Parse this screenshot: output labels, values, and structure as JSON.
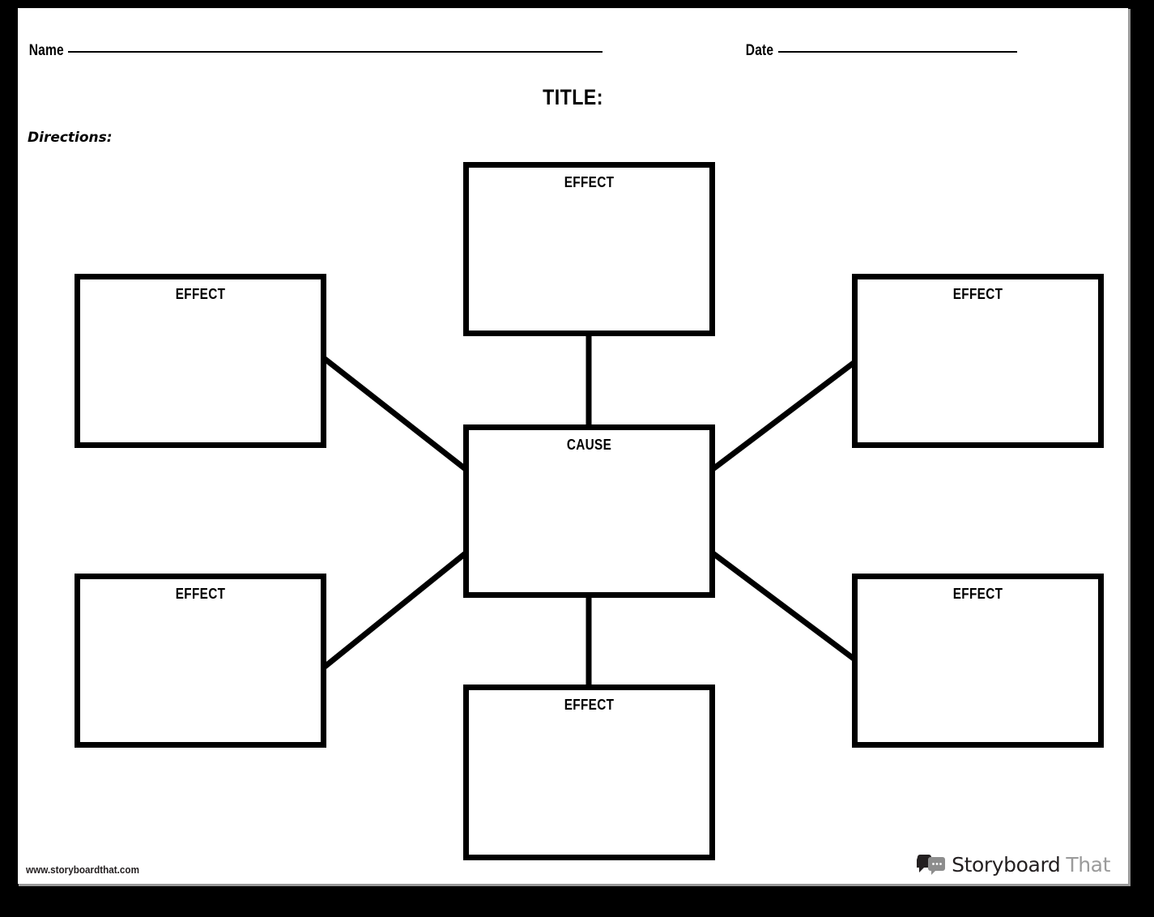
{
  "page": {
    "background_color": "#ffffff",
    "frame_color": "#000000"
  },
  "header": {
    "name_label": "Name",
    "date_label": "Date"
  },
  "title": {
    "text": "TITLE:"
  },
  "directions": {
    "label": "Directions:"
  },
  "diagram": {
    "type": "cause-and-effect-web",
    "center": {
      "id": "cause",
      "label": "CAUSE"
    },
    "effects": [
      {
        "id": "effect-top",
        "label": "EFFECT",
        "position": "top"
      },
      {
        "id": "effect-left-top",
        "label": "EFFECT",
        "position": "left-top"
      },
      {
        "id": "effect-right-top",
        "label": "EFFECT",
        "position": "right-top"
      },
      {
        "id": "effect-left-bottom",
        "label": "EFFECT",
        "position": "left-bottom"
      },
      {
        "id": "effect-right-bottom",
        "label": "EFFECT",
        "position": "right-bottom"
      },
      {
        "id": "effect-bottom",
        "label": "EFFECT",
        "position": "bottom"
      }
    ],
    "connector_color": "#000000",
    "box_border_color": "#000000"
  },
  "footer": {
    "url": "www.storyboardthat.com",
    "brand_primary": "Storyboard",
    "brand_secondary": "That",
    "brand_primary_color": "#231f20",
    "brand_secondary_color": "#9b9b9b"
  }
}
